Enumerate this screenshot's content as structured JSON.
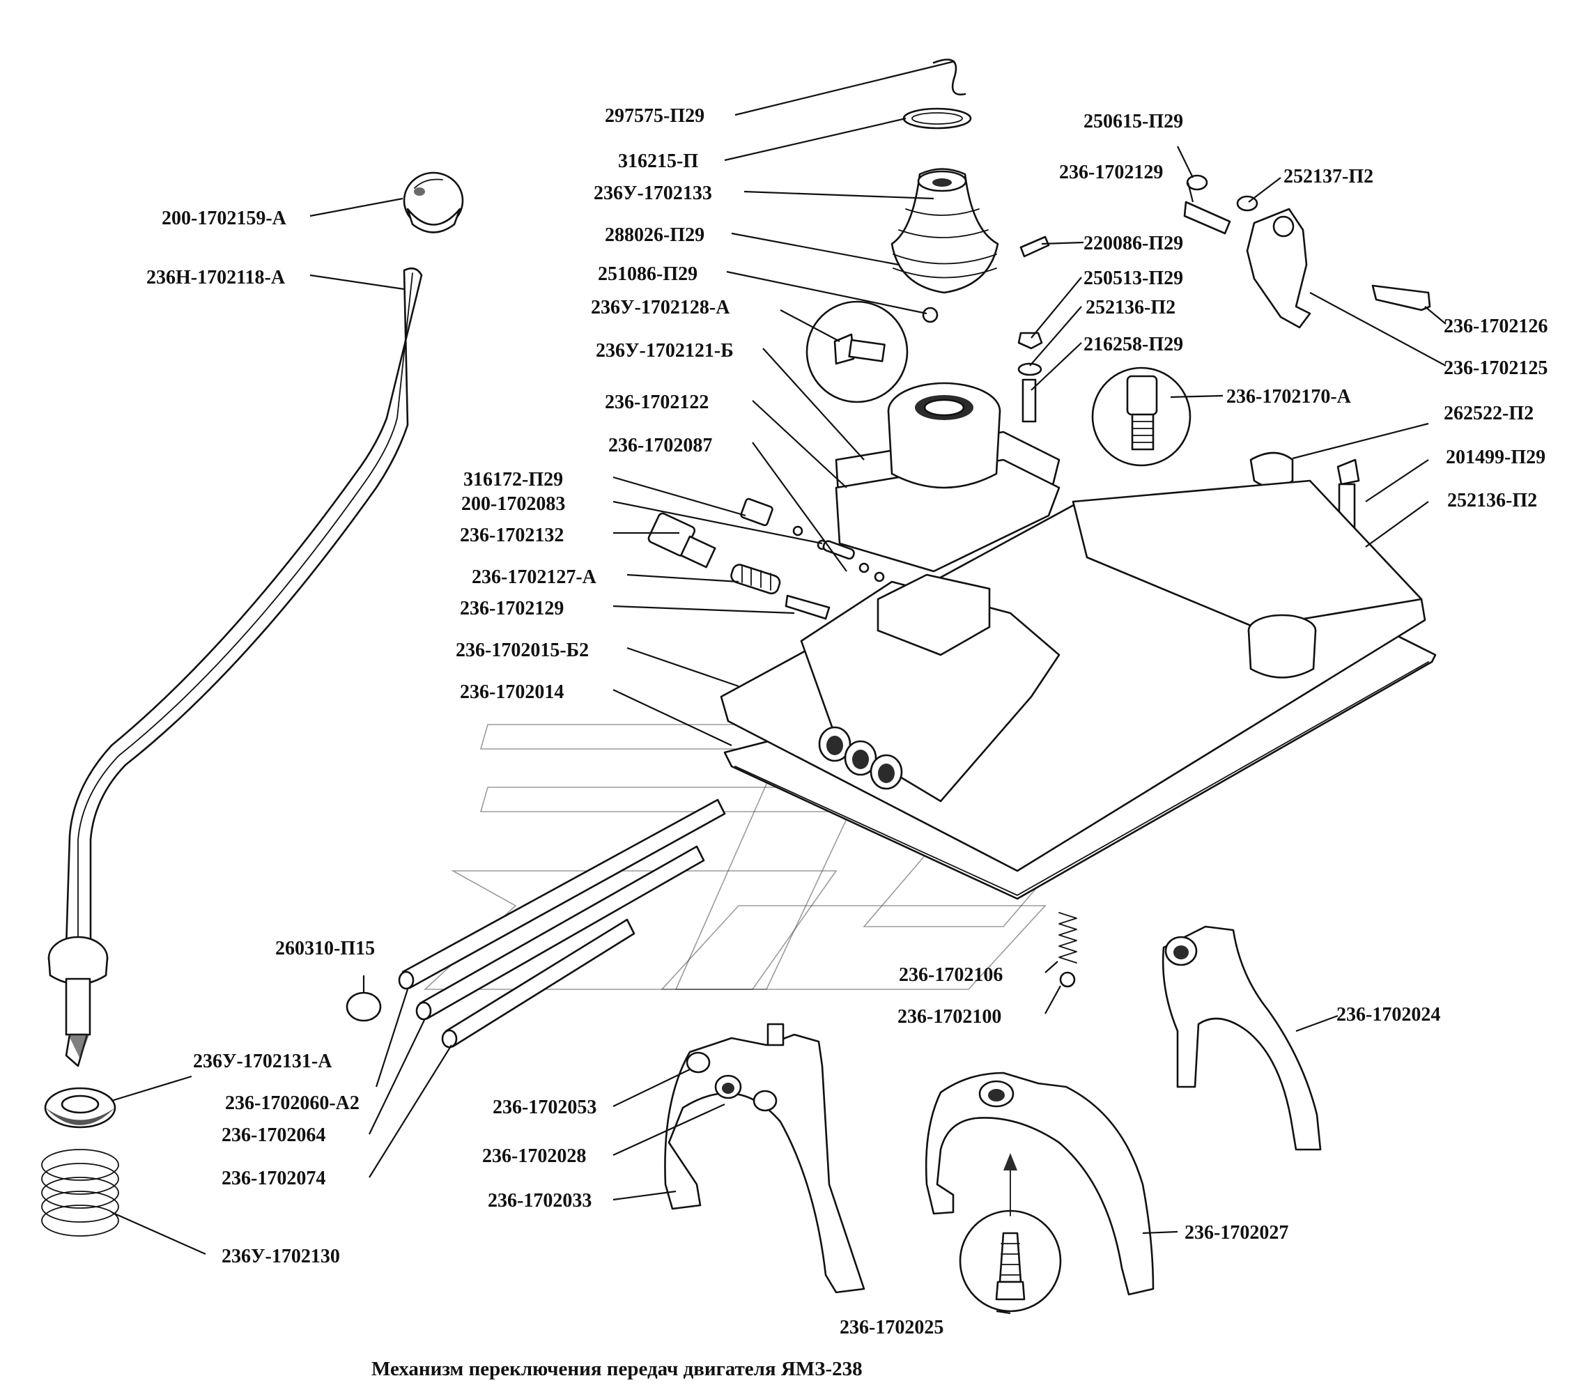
{
  "caption": "Механизм переключения передач двигателя  ЯМЗ-238",
  "colors": {
    "ink": "#111111",
    "background": "#ffffff"
  },
  "callouts": [
    {
      "id": "297575-p29",
      "label": "297575-П29"
    },
    {
      "id": "316215-p",
      "label": "316215-П"
    },
    {
      "id": "236u-1702133",
      "label": "236У-1702133"
    },
    {
      "id": "288026-p29",
      "label": "288026-П29"
    },
    {
      "id": "251086-p29",
      "label": "251086-П29"
    },
    {
      "id": "236u-1702128-a",
      "label": "236У-1702128-А"
    },
    {
      "id": "236u-1702121-b",
      "label": "236У-1702121-Б"
    },
    {
      "id": "236-1702122",
      "label": "236-1702122"
    },
    {
      "id": "236-1702087",
      "label": "236-1702087"
    },
    {
      "id": "316172-p29",
      "label": "316172-П29"
    },
    {
      "id": "200-1702083",
      "label": "200-1702083"
    },
    {
      "id": "236-1702132",
      "label": "236-1702132"
    },
    {
      "id": "236-1702127-a",
      "label": "236-1702127-А"
    },
    {
      "id": "236-1702129-left",
      "label": "236-1702129"
    },
    {
      "id": "236-1702015-b2",
      "label": "236-1702015-Б2"
    },
    {
      "id": "236-1702014",
      "label": "236-1702014"
    },
    {
      "id": "200-1702159-a",
      "label": "200-1702159-А"
    },
    {
      "id": "236n-1702118-a",
      "label": "236Н-1702118-А"
    },
    {
      "id": "250615-p29",
      "label": "250615-П29"
    },
    {
      "id": "236-1702129-top",
      "label": "236-1702129"
    },
    {
      "id": "252137-p2",
      "label": "252137-П2"
    },
    {
      "id": "220086-p29",
      "label": "220086-П29"
    },
    {
      "id": "250513-p29",
      "label": "250513-П29"
    },
    {
      "id": "252136-p2-upper",
      "label": "252136-П2"
    },
    {
      "id": "216258-p29",
      "label": "216258-П29"
    },
    {
      "id": "236-1702170-a",
      "label": "236-1702170-А"
    },
    {
      "id": "236-1702126",
      "label": "236-1702126"
    },
    {
      "id": "236-1702125",
      "label": "236-1702125"
    },
    {
      "id": "262522-p2",
      "label": "262522-П2"
    },
    {
      "id": "201499-p29",
      "label": "201499-П29"
    },
    {
      "id": "252136-p2-lower",
      "label": "252136-П2"
    },
    {
      "id": "260310-p15",
      "label": "260310-П15"
    },
    {
      "id": "236-1702106",
      "label": "236-1702106"
    },
    {
      "id": "236-1702100",
      "label": "236-1702100"
    },
    {
      "id": "236-1702024",
      "label": "236-1702024"
    },
    {
      "id": "236u-1702131-a",
      "label": "236У-1702131-А"
    },
    {
      "id": "236-1702060-a2",
      "label": "236-1702060-А2"
    },
    {
      "id": "236-1702064",
      "label": "236-1702064"
    },
    {
      "id": "236-1702074",
      "label": "236-1702074"
    },
    {
      "id": "236u-1702130",
      "label": "236У-1702130"
    },
    {
      "id": "236-1702053",
      "label": "236-1702053"
    },
    {
      "id": "236-1702028",
      "label": "236-1702028"
    },
    {
      "id": "236-1702033",
      "label": "236-1702033"
    },
    {
      "id": "236-1702027",
      "label": "236-1702027"
    },
    {
      "id": "236-1702025",
      "label": "236-1702025"
    }
  ]
}
